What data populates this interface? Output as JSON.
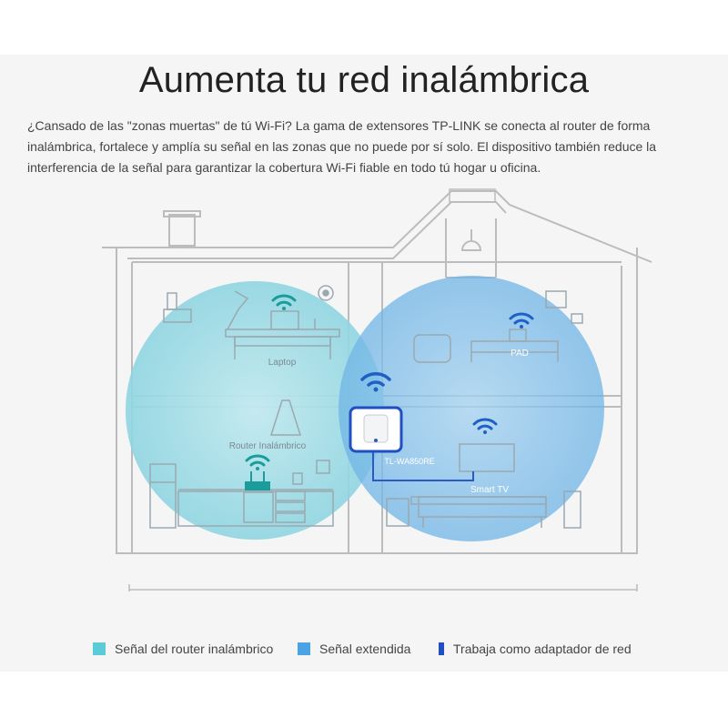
{
  "header": {
    "title": "Aumenta tu red inalámbrica",
    "description": "¿Cansado de las \"zonas muertas\" de tú Wi-Fi? La gama de extensores TP-LINK se conecta al router de forma inalámbrica, fortalece y amplía su señal en las zonas que no puede por sí solo. El dispositivo también reduce la interferencia de la señal para garantizar la cobertura Wi-Fi fiable en todo tú hogar u oficina."
  },
  "diagram": {
    "labels": {
      "laptop": "Laptop",
      "router": "Router Inalámbrico",
      "pad": "PAD",
      "smart_tv": "Smart TV",
      "extender_model": "TL-WA850RE"
    }
  },
  "legend": {
    "items": [
      {
        "label": "Señal del router inalámbrico",
        "color": "#5ccbd8"
      },
      {
        "label": "Señal extendida",
        "color": "#4aa3e4"
      },
      {
        "label": "Trabaja como adaptador de red",
        "color": "#1f4fc2"
      }
    ]
  },
  "colors": {
    "router_zone": "#a4dde6",
    "extended_zone": "#8cc4ea",
    "wifi_icon": "#1a9c9a",
    "house_lines": "#bcbcbc",
    "adapter_line": "#2c59c8"
  }
}
